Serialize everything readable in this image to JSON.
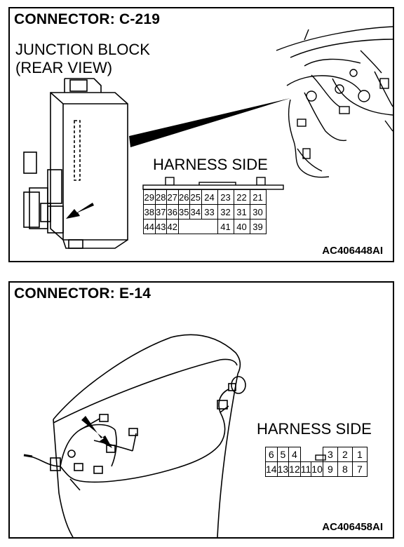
{
  "panel1": {
    "title": "CONNECTOR: C-219",
    "component_line1": "JUNCTION BLOCK",
    "component_line2": "(REAR VIEW)",
    "harness_label": "HARNESS SIDE",
    "pins": {
      "row1": [
        "29",
        "28",
        "27",
        "26",
        "25",
        "24",
        "23",
        "22",
        "21"
      ],
      "row2": [
        "38",
        "37",
        "36",
        "35",
        "34",
        "33",
        "32",
        "31",
        "30"
      ],
      "row3": [
        "44",
        "43",
        "42",
        "",
        "",
        "",
        "41",
        "40",
        "39"
      ]
    },
    "ref_code": "AC406448AI"
  },
  "panel2": {
    "title": "CONNECTOR: E-14",
    "harness_label": "HARNESS SIDE",
    "pins": {
      "row1": [
        "6",
        "5",
        "4",
        "",
        "",
        "3",
        "2",
        "1"
      ],
      "row2": [
        "14",
        "13",
        "12",
        "11",
        "10",
        "9",
        "8",
        "7"
      ]
    },
    "ref_code": "AC406458AI"
  }
}
